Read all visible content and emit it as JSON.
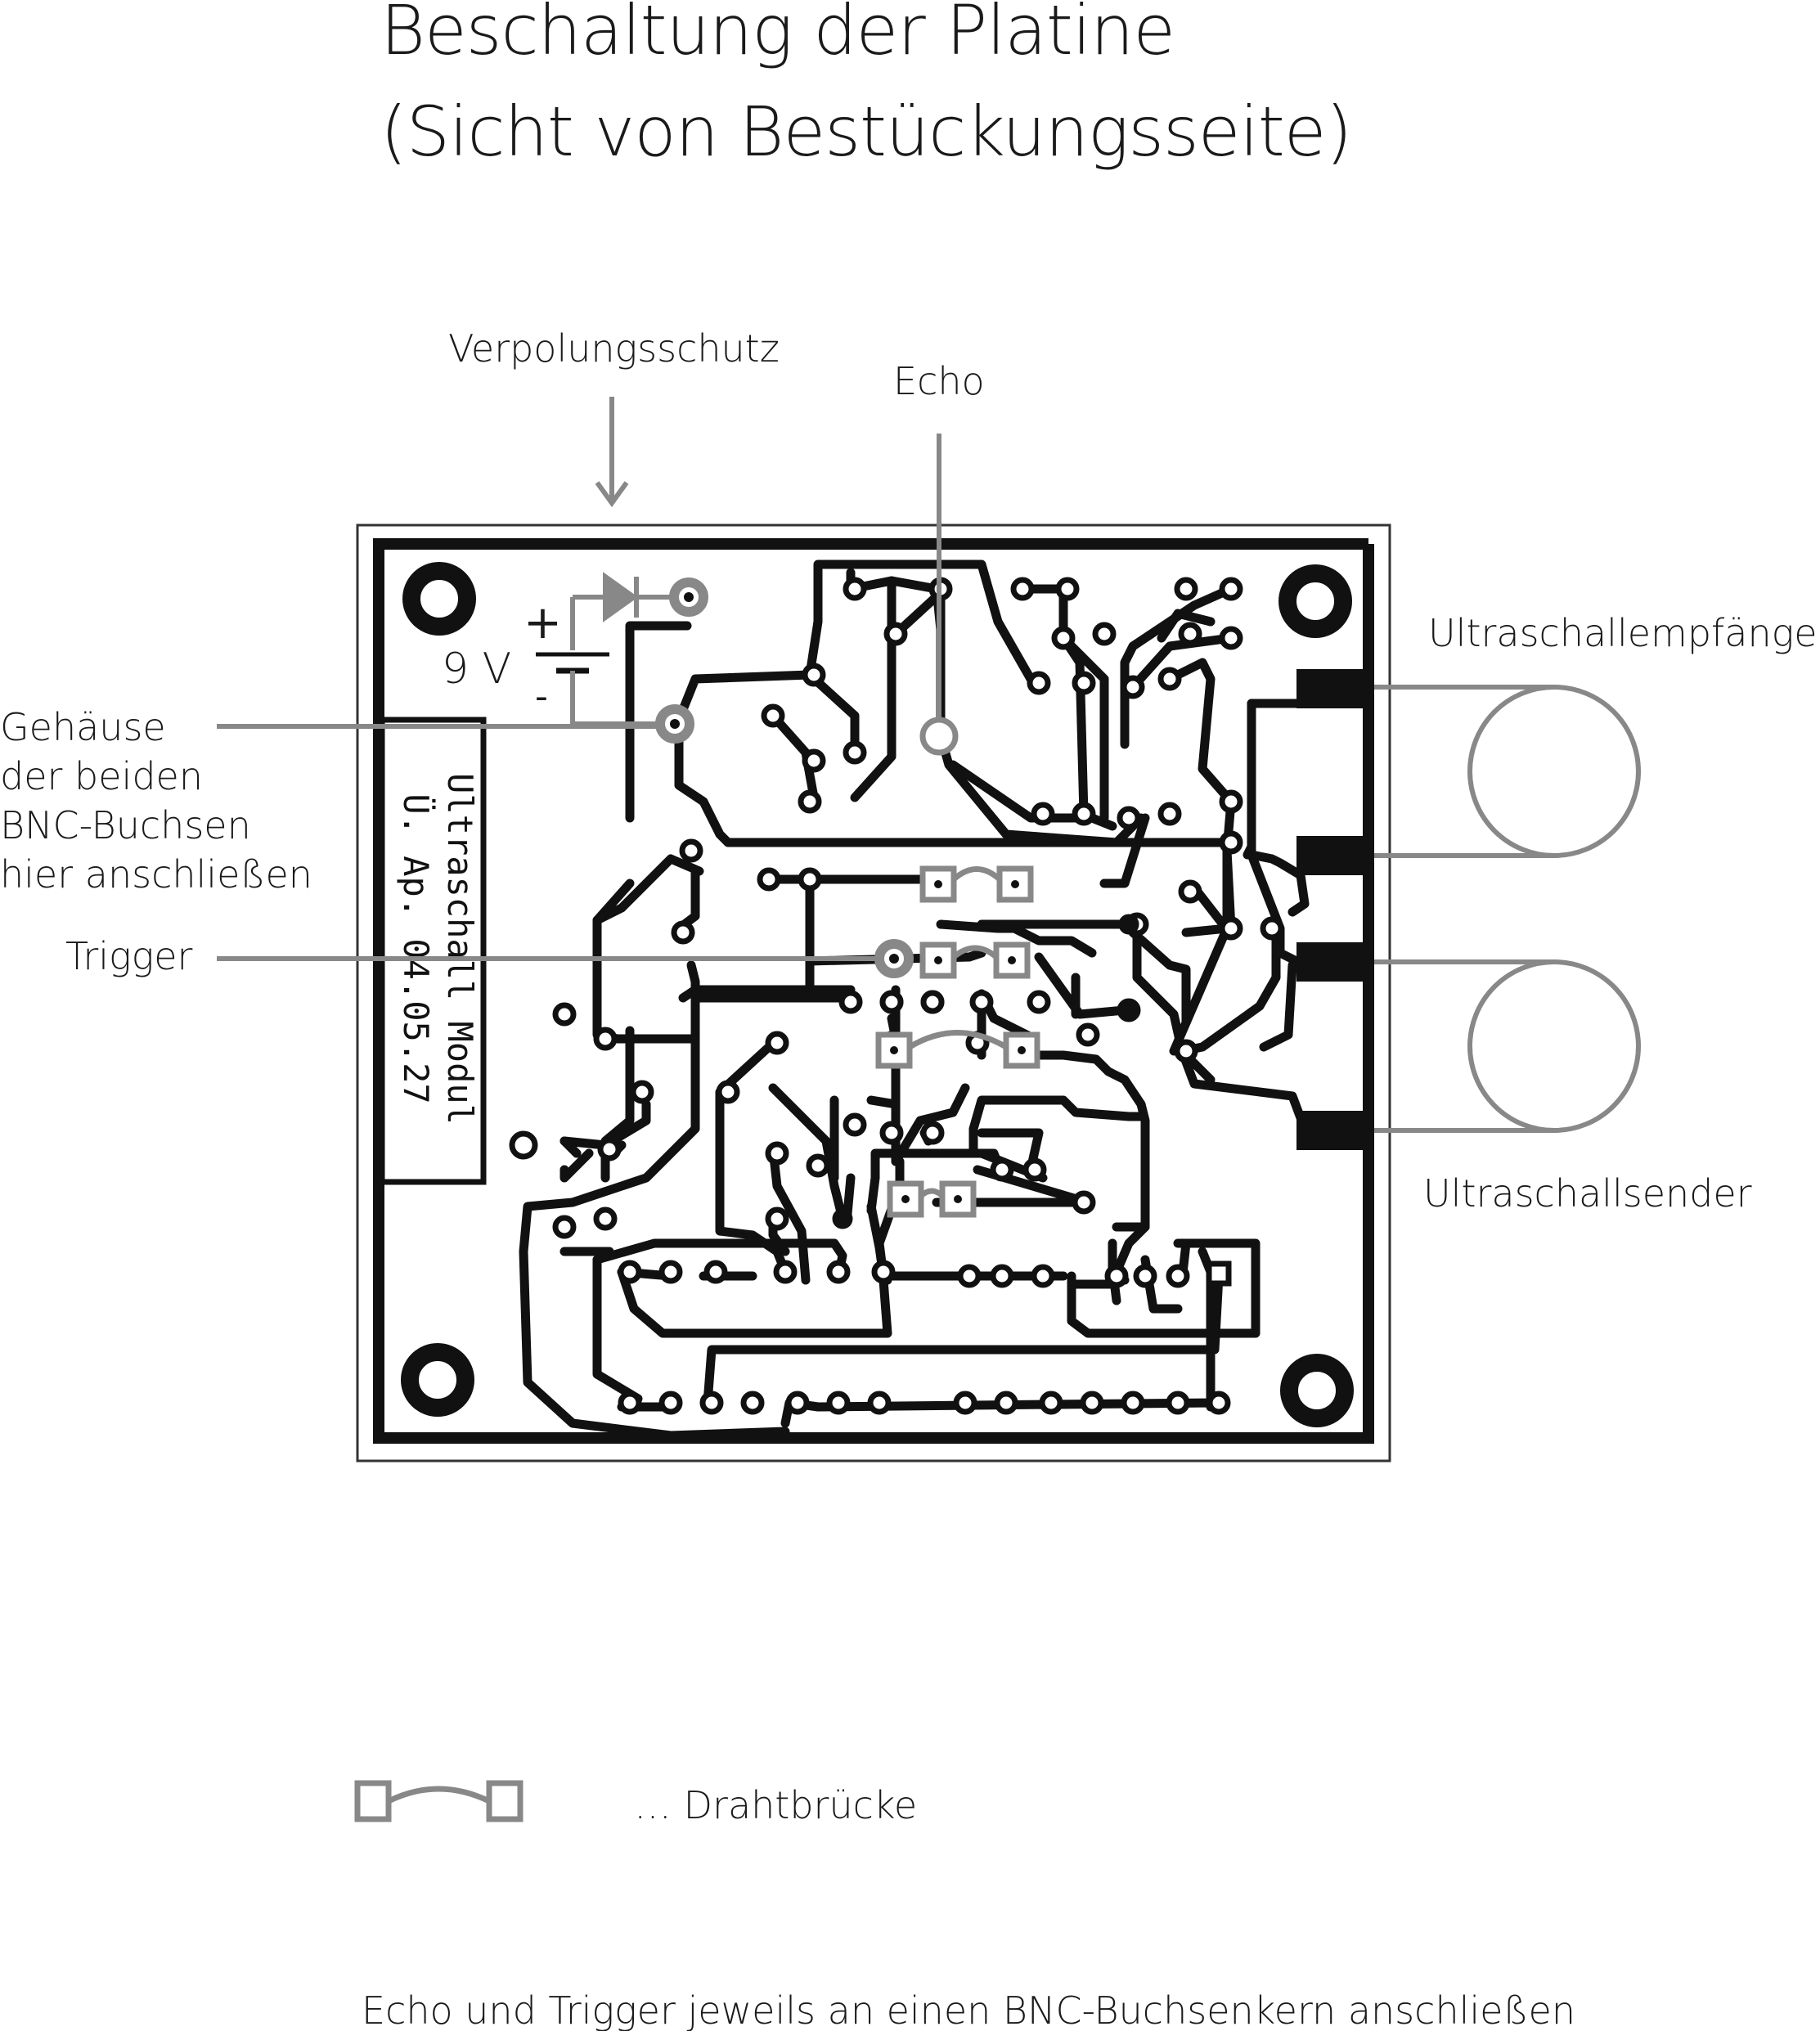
{
  "title": {
    "line1": "Beschaltung der Platine",
    "line2": "(Sicht von Bestückungsseite)"
  },
  "labels": {
    "verpolungsschutz": "Verpolungsschutz",
    "echo": "Echo",
    "voltage": "9 V",
    "plus": "+",
    "minus": "-",
    "gehaeuse": [
      "Gehäuse",
      "der beiden",
      "BNC-Buchsen",
      "hier anschließen"
    ],
    "trigger": "Trigger",
    "empfaenger": "Ultraschallempfänger",
    "sender": "Ultraschallsender"
  },
  "pcb_text": [
    "Ultraschall Modul",
    "Ü. Ap. 04.05.27"
  ],
  "legend": {
    "text": "… Drahtbrücke"
  },
  "footer": "Echo und Trigger jeweils an einen BNC-Buchsenkern anschließen",
  "colors": {
    "trace": "#111111",
    "annotation": "#8c8c8c",
    "text": "#1a1a1a"
  }
}
